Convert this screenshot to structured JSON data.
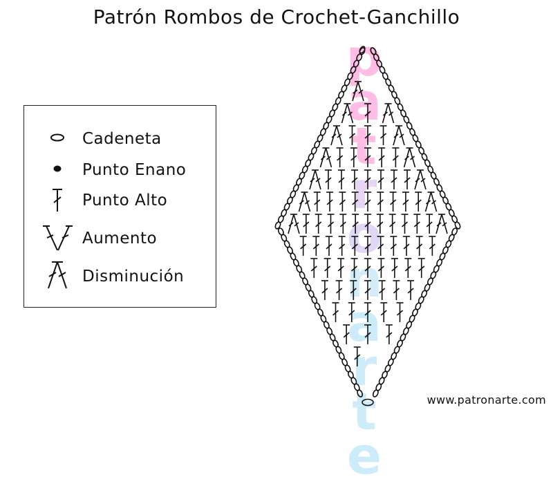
{
  "title": "Patrón Rombos de Crochet-Ganchillo",
  "legend": {
    "items": [
      {
        "label": "Cadeneta",
        "icon": "chain-oval-icon"
      },
      {
        "label": "Punto Enano",
        "icon": "slip-stitch-dot-icon"
      },
      {
        "label": "Punto Alto",
        "icon": "double-crochet-icon"
      },
      {
        "label": "Aumento",
        "icon": "increase-icon"
      },
      {
        "label": "Disminución",
        "icon": "decrease-icon"
      }
    ]
  },
  "watermark": {
    "text": "patronarte",
    "colors": [
      "#ff6ec7",
      "#ff6ec7",
      "#ff6ec7",
      "#c9a6e6",
      "#b9a8e8",
      "#9fd7f2",
      "#8fd6f5",
      "#8fd6f5",
      "#8fd6f5",
      "#8fd6f5"
    ]
  },
  "footer": "www.patronarte.com"
}
